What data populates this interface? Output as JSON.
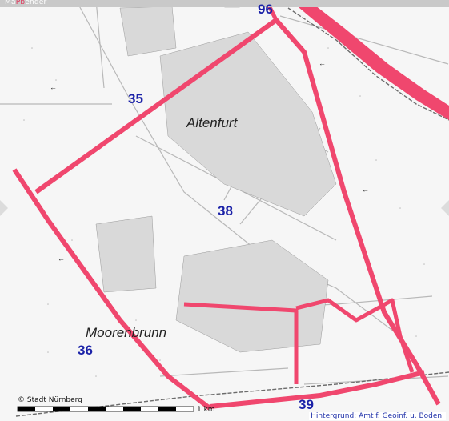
{
  "app": {
    "title_prefix": "M",
    "title_mid": "a",
    "title_highlight": "Pb",
    "title_suffix": "ender"
  },
  "map": {
    "place_names": [
      "Altenfurt",
      "Moorenbrunn"
    ],
    "districts": [
      "96",
      "35",
      "38",
      "36",
      "39"
    ],
    "copyright": "© Stadt Nürnberg",
    "scale_label": "1 km",
    "source_credit": "Hintergrund: Amt f. Geoinf. u. Boden."
  },
  "colors": {
    "boundary": "#f0476e",
    "district_number": "#1b22a8",
    "background": "#f7f7f7"
  }
}
